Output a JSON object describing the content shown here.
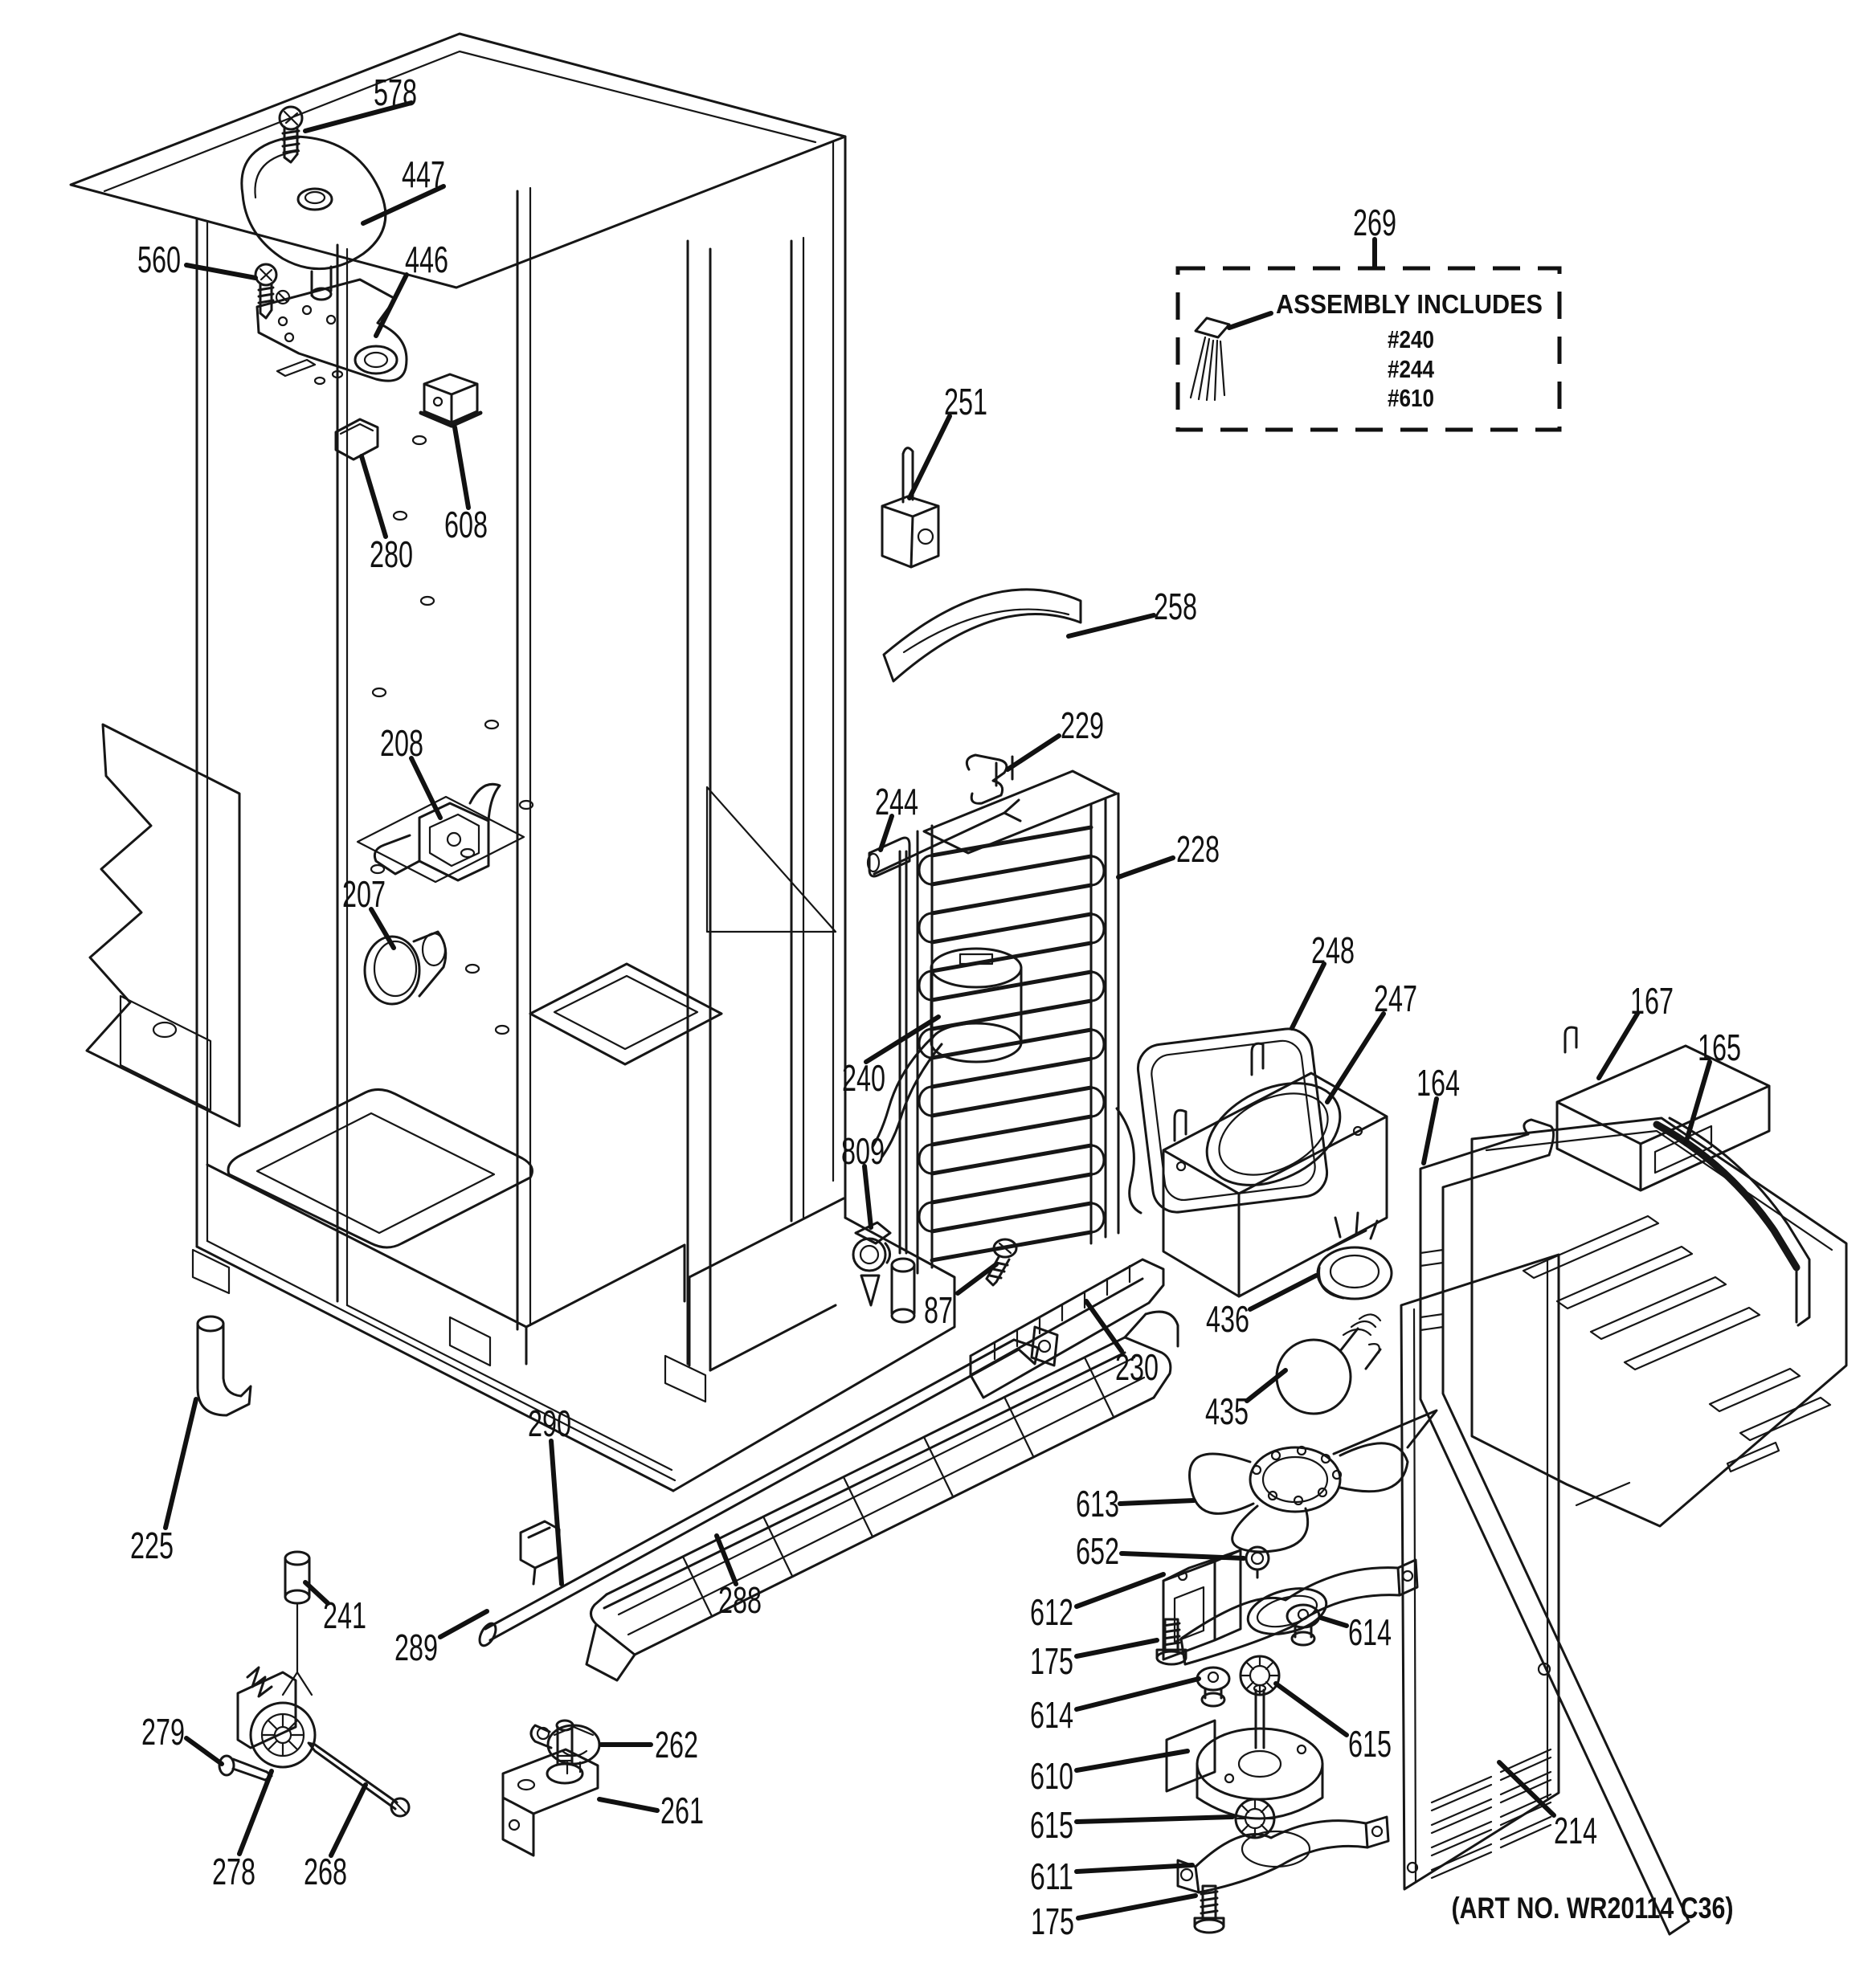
{
  "diagram": {
    "art_no": "(ART NO. WR20114 C36)",
    "assembly_note": {
      "callout": "269",
      "title": "ASSEMBLY INCLUDES",
      "items": [
        "#240",
        "#244",
        "#610"
      ]
    },
    "callouts": [
      {
        "label": "578"
      },
      {
        "label": "447"
      },
      {
        "label": "560"
      },
      {
        "label": "446"
      },
      {
        "label": "608"
      },
      {
        "label": "280"
      },
      {
        "label": "208"
      },
      {
        "label": "207"
      },
      {
        "label": "251"
      },
      {
        "label": "258"
      },
      {
        "label": "229"
      },
      {
        "label": "244"
      },
      {
        "label": "228"
      },
      {
        "label": "240"
      },
      {
        "label": "809"
      },
      {
        "label": "87"
      },
      {
        "label": "230"
      },
      {
        "label": "248"
      },
      {
        "label": "247"
      },
      {
        "label": "164"
      },
      {
        "label": "167"
      },
      {
        "label": "165"
      },
      {
        "label": "214"
      },
      {
        "label": "436"
      },
      {
        "label": "435"
      },
      {
        "label": "613"
      },
      {
        "label": "652"
      },
      {
        "label": "612"
      },
      {
        "label": "614"
      },
      {
        "label": "175"
      },
      {
        "label": "614"
      },
      {
        "label": "615"
      },
      {
        "label": "610"
      },
      {
        "label": "615"
      },
      {
        "label": "611"
      },
      {
        "label": "175"
      },
      {
        "label": "225"
      },
      {
        "label": "241"
      },
      {
        "label": "289"
      },
      {
        "label": "279"
      },
      {
        "label": "278"
      },
      {
        "label": "268"
      },
      {
        "label": "262"
      },
      {
        "label": "261"
      },
      {
        "label": "290"
      },
      {
        "label": "288"
      }
    ]
  }
}
